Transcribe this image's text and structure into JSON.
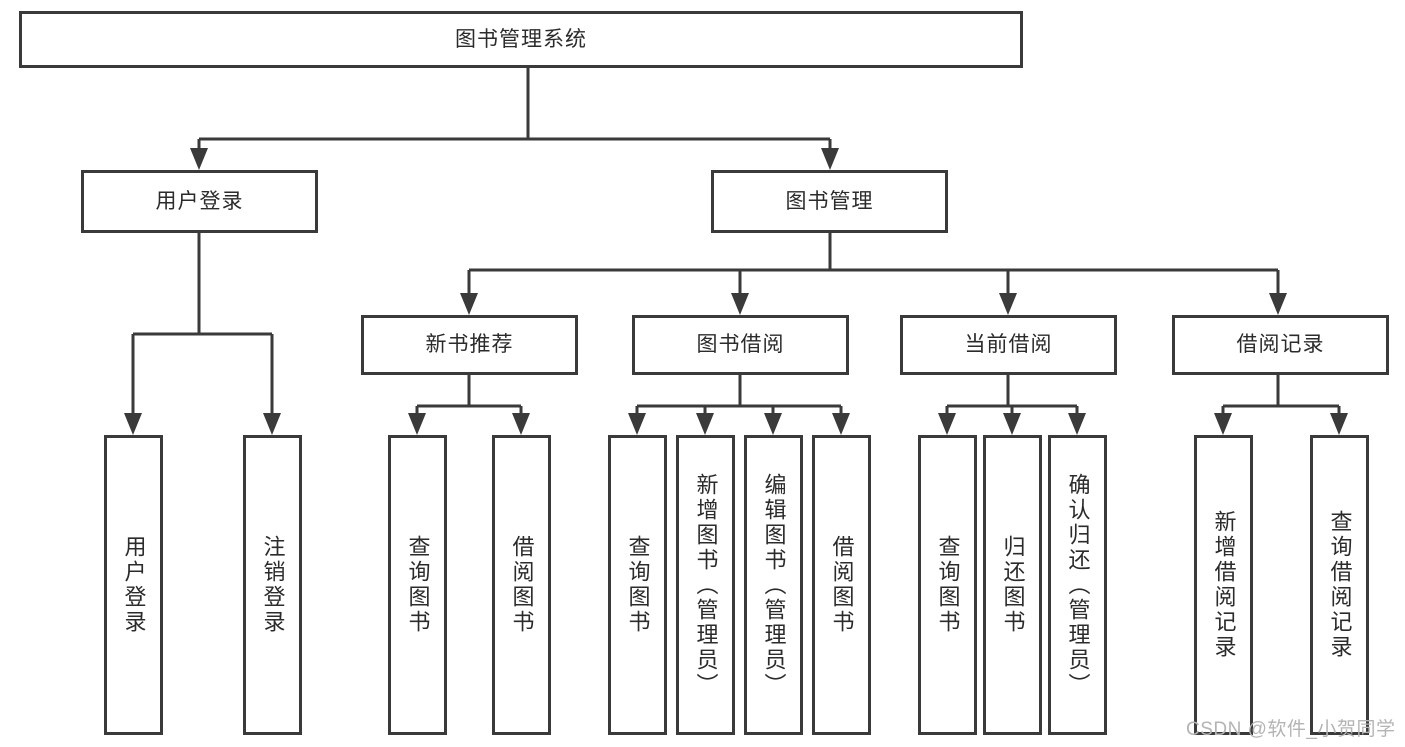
{
  "diagram": {
    "type": "tree-hierarchy-chart",
    "title": "图书管理系统",
    "watermark": "CSDN @软件_小贺同学",
    "colors": {
      "stroke": "#3a3a3a",
      "fill": "#ffffff",
      "text": "#2b2b2b",
      "watermark": "#b4b4b4"
    },
    "nodes": {
      "root": {
        "label": "图书管理系统"
      },
      "level1": [
        {
          "id": "user-login",
          "label": "用户登录"
        },
        {
          "id": "book-management",
          "label": "图书管理"
        }
      ],
      "level2": [
        {
          "id": "new-book-recommend",
          "label": "新书推荐"
        },
        {
          "id": "book-borrow",
          "label": "图书借阅"
        },
        {
          "id": "current-borrow",
          "label": "当前借阅"
        },
        {
          "id": "borrow-record",
          "label": "借阅记录"
        }
      ],
      "leaves": {
        "user-login": [
          {
            "id": "leaf-user-login",
            "label": "用户登录"
          },
          {
            "id": "leaf-logout",
            "label": "注销登录"
          }
        ],
        "new-book-recommend": [
          {
            "id": "leaf-query-book-1",
            "label": "查询图书"
          },
          {
            "id": "leaf-borrow-book-1",
            "label": "借阅图书"
          }
        ],
        "book-borrow": [
          {
            "id": "leaf-query-book-2",
            "label": "查询图书"
          },
          {
            "id": "leaf-add-book",
            "label": "新增图书（管理员）"
          },
          {
            "id": "leaf-edit-book",
            "label": "编辑图书（管理员）"
          },
          {
            "id": "leaf-borrow-book-2",
            "label": "借阅图书"
          }
        ],
        "current-borrow": [
          {
            "id": "leaf-query-book-3",
            "label": "查询图书"
          },
          {
            "id": "leaf-return-book",
            "label": "归还图书"
          },
          {
            "id": "leaf-confirm-return",
            "label": "确认归还（管理员）"
          }
        ],
        "borrow-record": [
          {
            "id": "leaf-add-record",
            "label": "新增借阅记录"
          },
          {
            "id": "leaf-query-record",
            "label": "查询借阅记录"
          }
        ]
      }
    }
  }
}
